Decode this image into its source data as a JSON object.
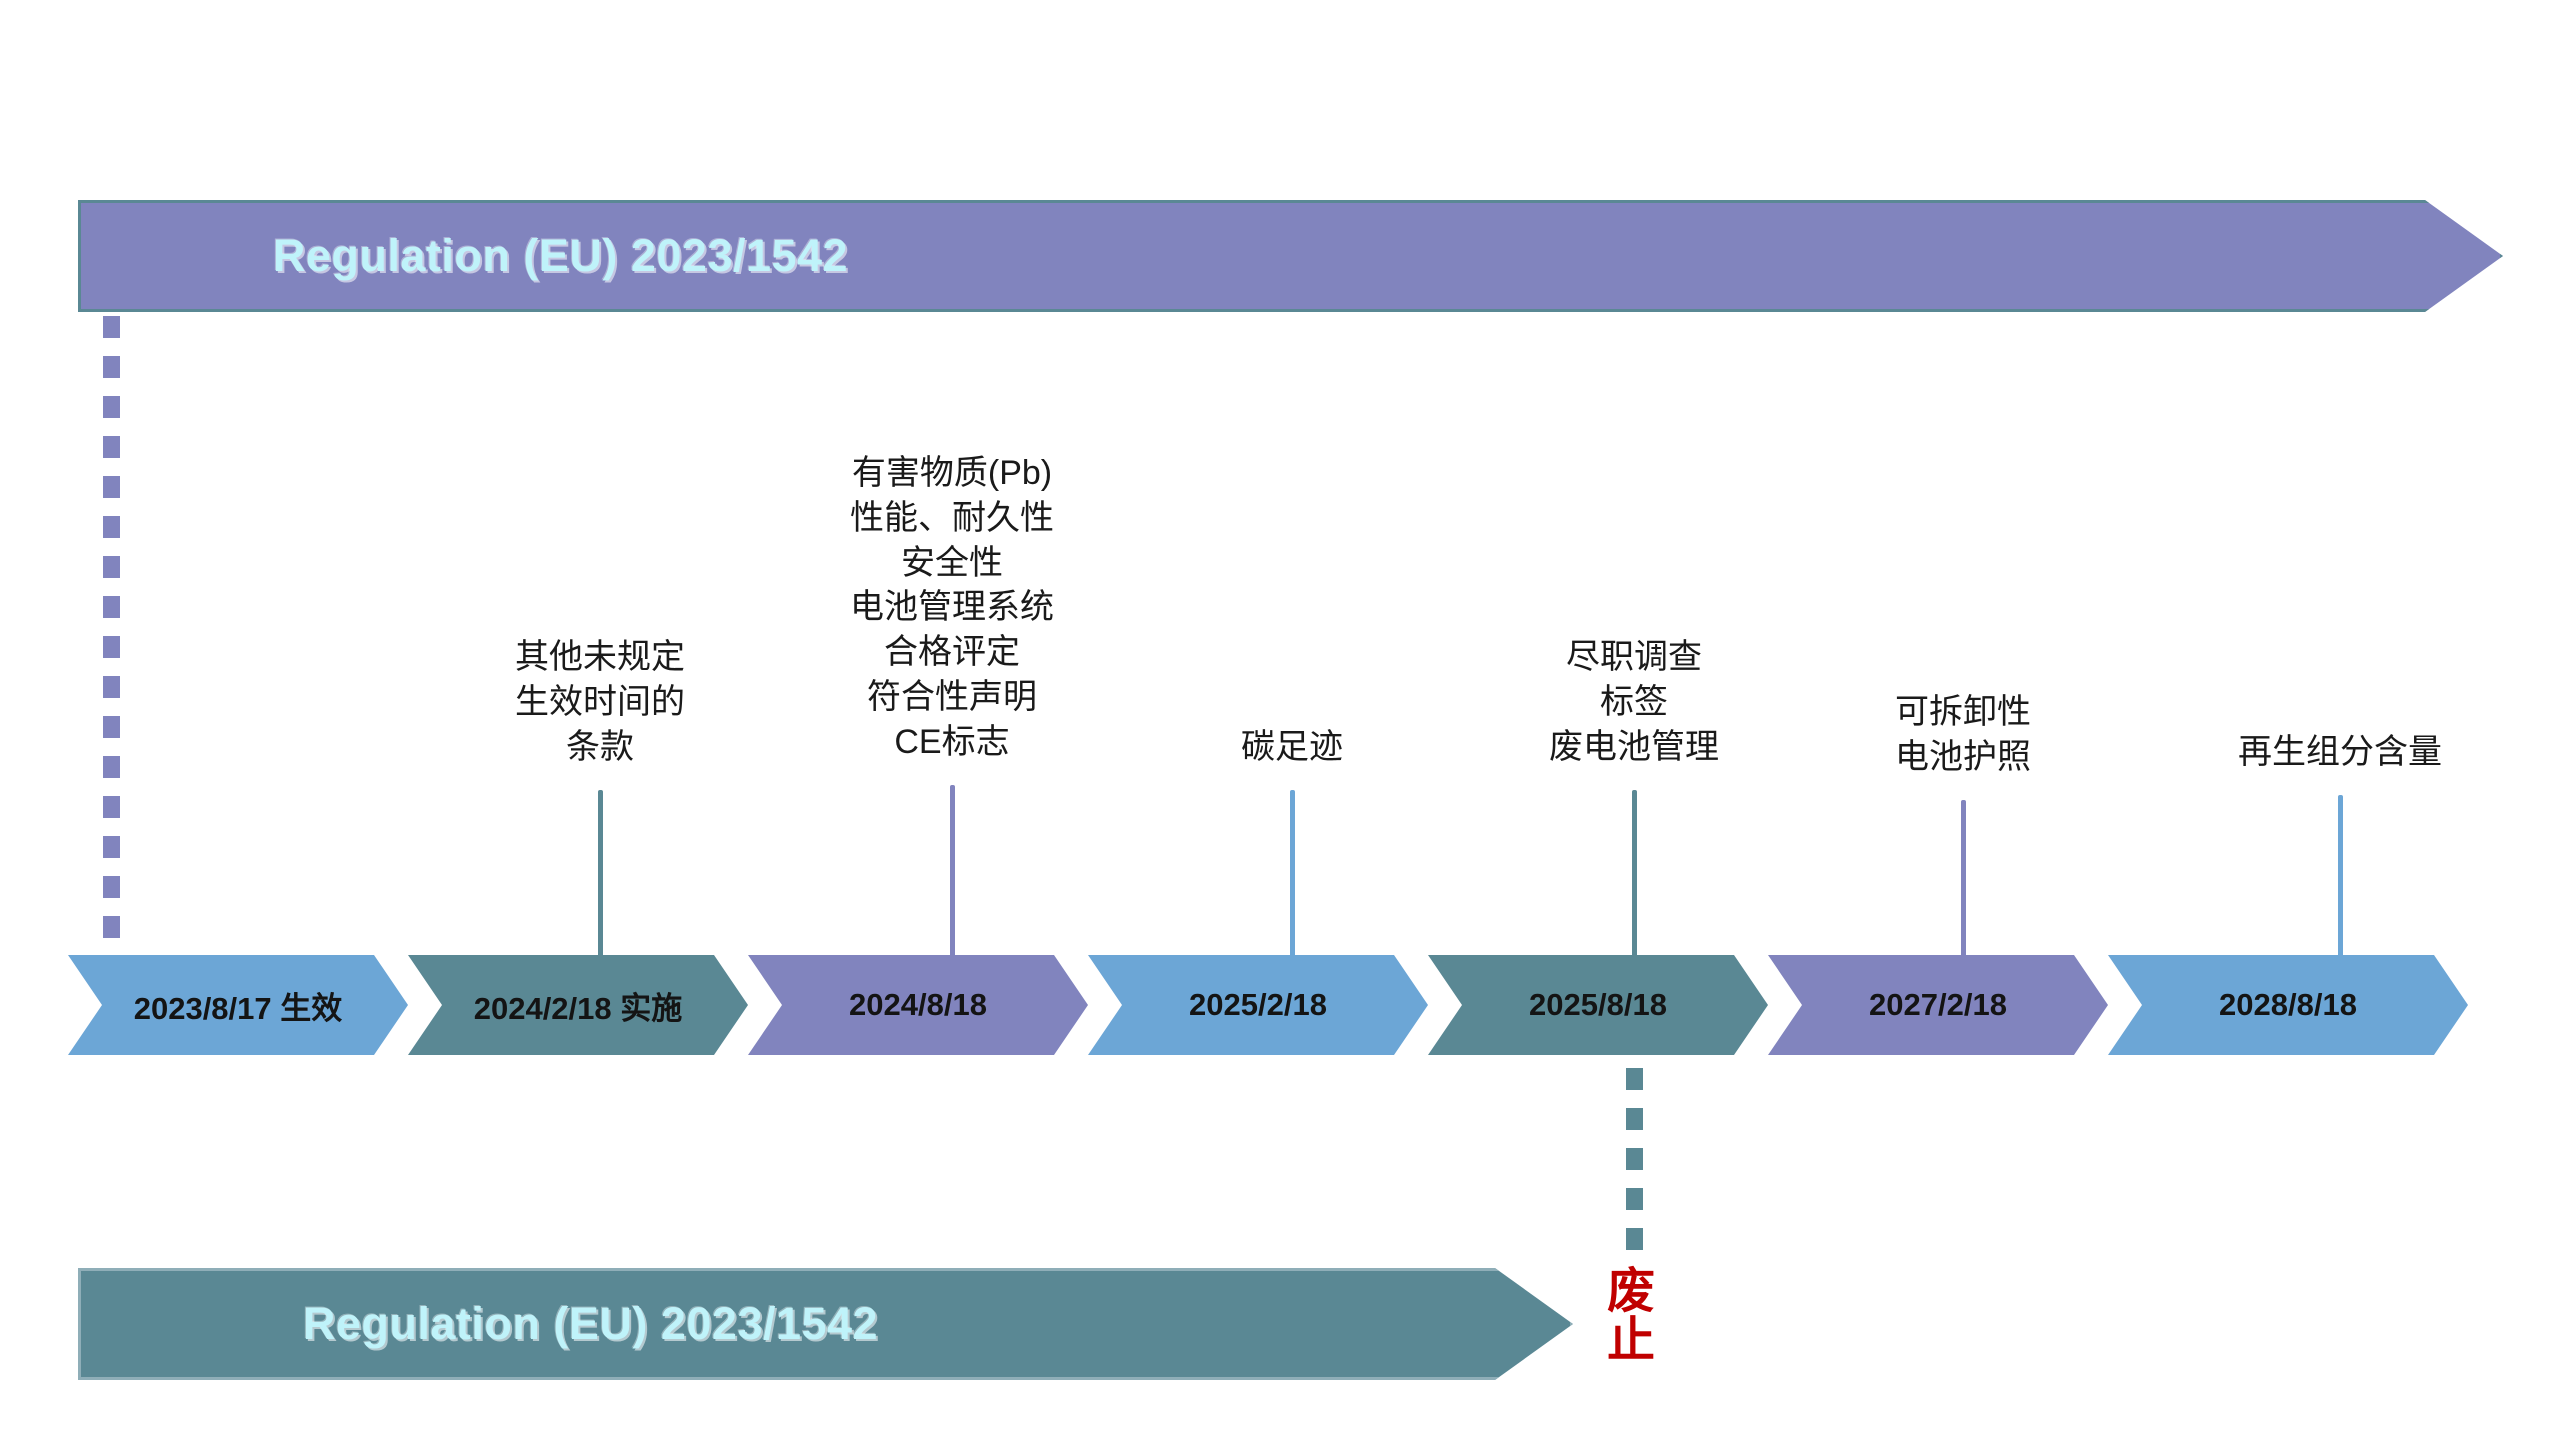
{
  "top_banner": {
    "label": "Regulation (EU) 2023/1542",
    "color": "#8184BE",
    "text_color": "#BFF3FA"
  },
  "bottom_banner": {
    "label": "Regulation (EU) 2023/1542",
    "color": "#5A8894",
    "text_color": "#BFF3FA"
  },
  "abolish": {
    "char1": "废",
    "char2": "止",
    "color": "#C00000"
  },
  "palette": {
    "blue": "#6CA6D6",
    "teal": "#5A8894",
    "purple": "#8184BE"
  },
  "timeline": {
    "milestones": [
      {
        "date": "2023/8/17 生效",
        "color": "#6CA6D6",
        "topics": []
      },
      {
        "date": "2024/2/18 实施",
        "color": "#5A8894",
        "topics": [
          "其他未规定",
          "生效时间的",
          "条款"
        ]
      },
      {
        "date": "2024/8/18",
        "color": "#8184BE",
        "topics": [
          "有害物质(Pb)",
          "性能、耐久性",
          "安全性",
          "电池管理系统",
          "合格评定",
          "符合性声明",
          "CE标志"
        ]
      },
      {
        "date": "2025/2/18",
        "color": "#6CA6D6",
        "topics": [
          "碳足迹"
        ]
      },
      {
        "date": "2025/8/18",
        "color": "#5A8894",
        "topics": [
          "尽职调查",
          "标签",
          "废电池管理"
        ]
      },
      {
        "date": "2027/2/18",
        "color": "#8184BE",
        "topics": [
          "可拆卸性",
          "电池护照"
        ]
      },
      {
        "date": "2028/8/18",
        "color": "#6CA6D6",
        "topics": [
          "再生组分含量"
        ]
      }
    ]
  }
}
